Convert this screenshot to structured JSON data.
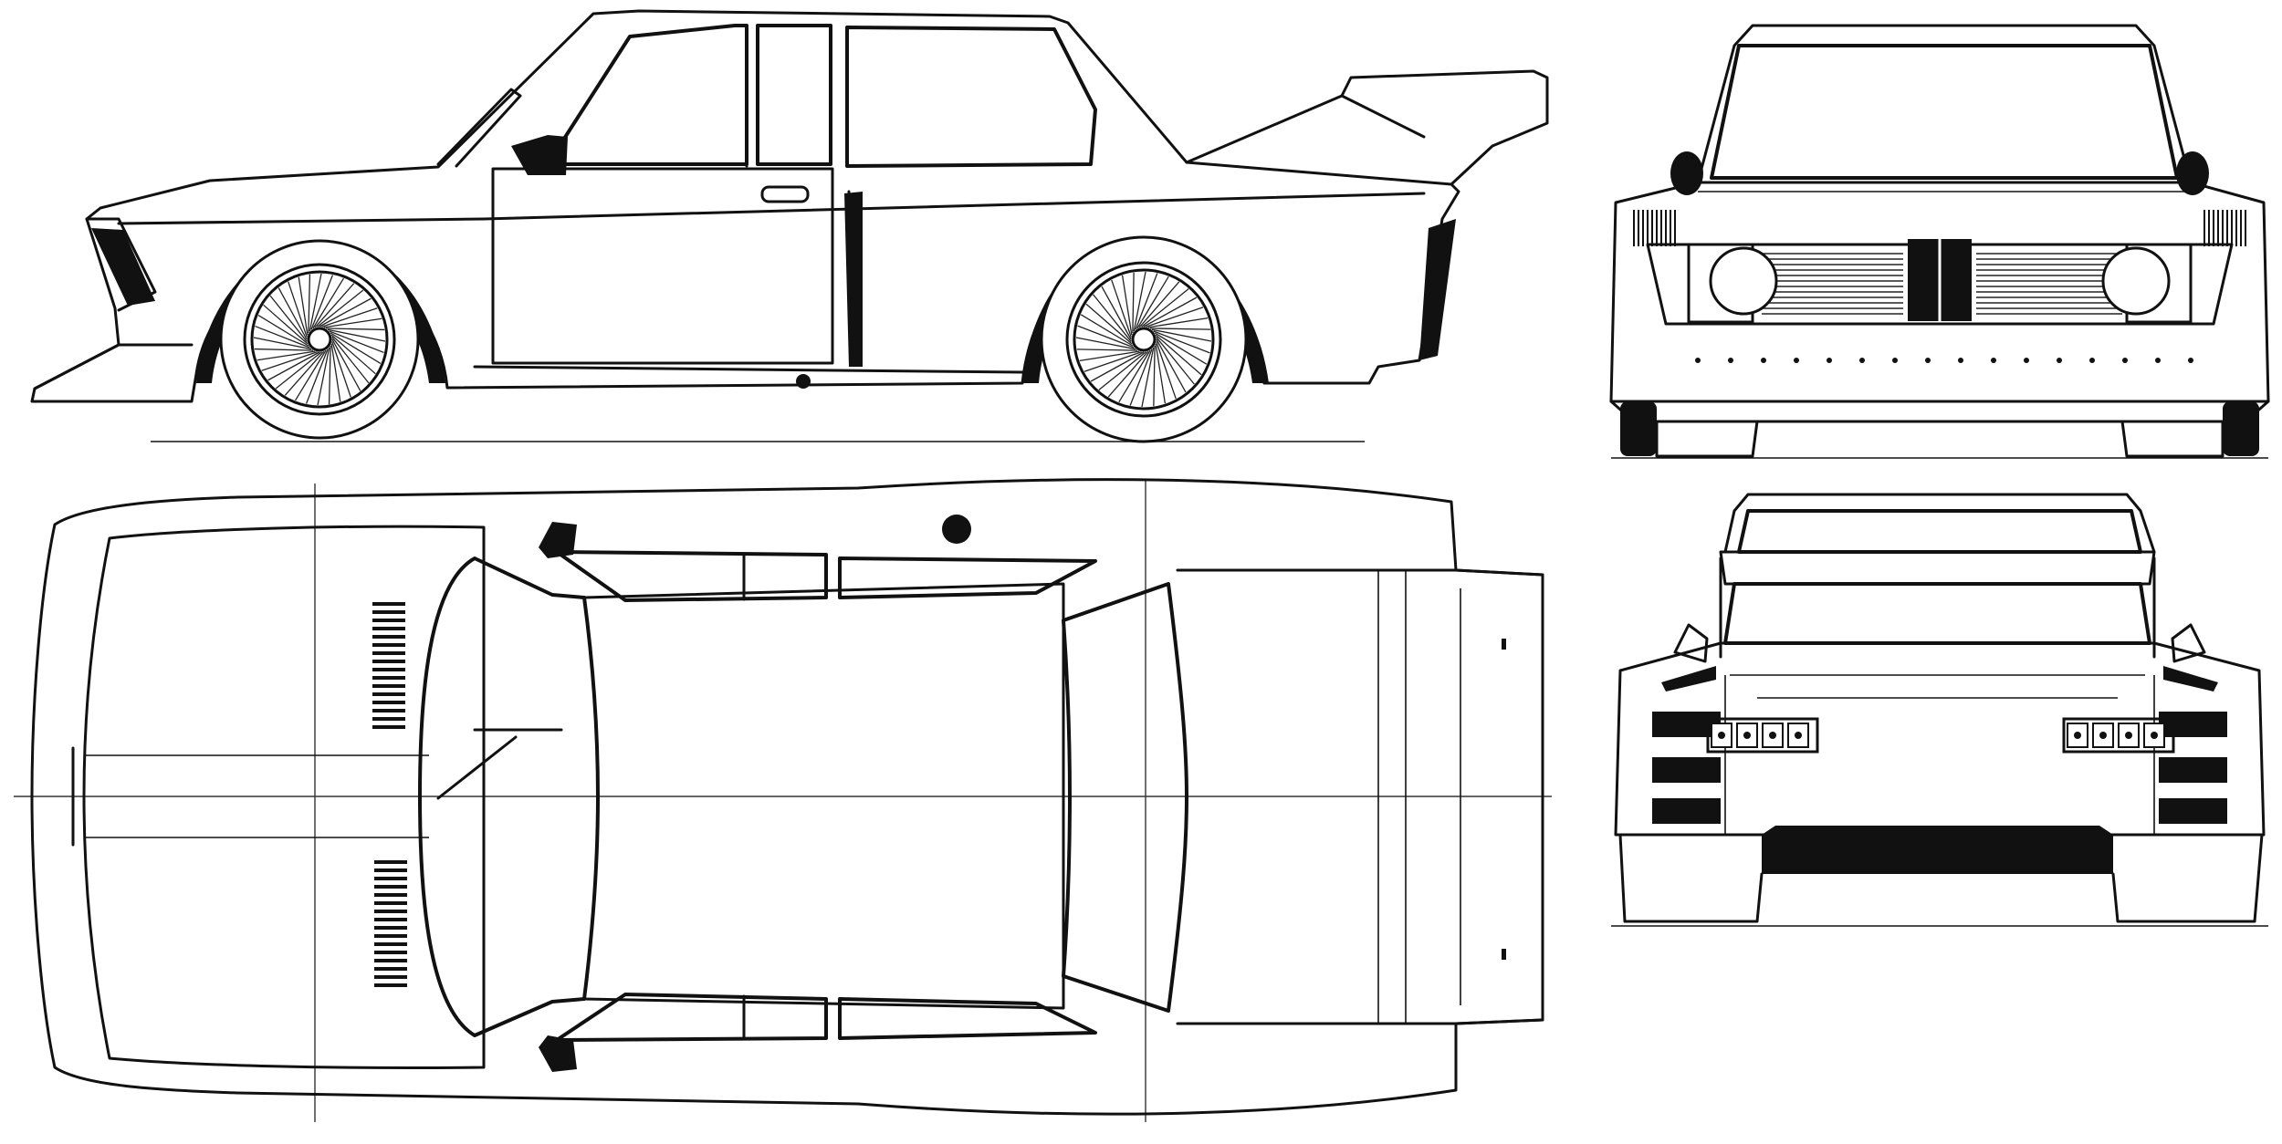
{
  "drawing": {
    "views": [
      {
        "id": "side",
        "wheels": 2,
        "spokes": 36
      },
      {
        "id": "top"
      },
      {
        "id": "front",
        "headlamps": 2
      },
      {
        "id": "rear",
        "tail_lamp_cells_per_side": 4
      }
    ],
    "line_color": "#111111",
    "background": "#ffffff"
  }
}
